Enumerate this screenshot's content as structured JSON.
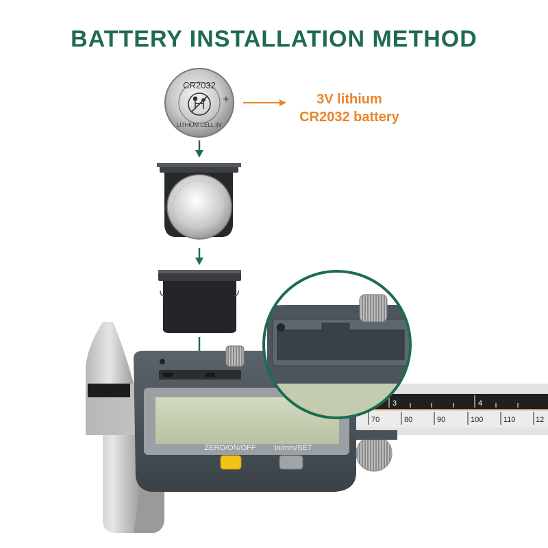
{
  "title": "BATTERY INSTALLATION METHOD",
  "battery_callout": {
    "line1": "3V lithium",
    "line2": "CR2032 battery"
  },
  "coin_cell": {
    "model": "CR2032",
    "ring_text": "LITHIUM CELL 3V",
    "polarity": "+"
  },
  "caliper": {
    "zero_button_label": "ZERO/ON/OFF",
    "unit_button_label": "In/mm/SET",
    "inch_scale": [
      "3",
      "4"
    ],
    "mm_scale": [
      "70",
      "80",
      "90",
      "100",
      "110",
      "12"
    ]
  },
  "colors": {
    "title_green": "#1f6b4e",
    "callout_orange": "#e6862a",
    "arrow_green": "#1f6b4e",
    "zero_button_yellow": "#f2c316",
    "lcd_green": "#c8d0b4"
  }
}
